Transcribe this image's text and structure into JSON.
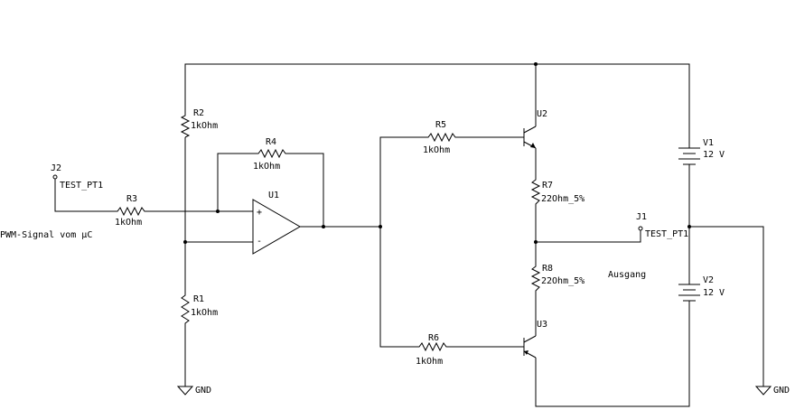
{
  "components": {
    "R1": {
      "ref": "R1",
      "value": "1kOhm"
    },
    "R2": {
      "ref": "R2",
      "value": "1kOhm"
    },
    "R3": {
      "ref": "R3",
      "value": "1kOhm"
    },
    "R4": {
      "ref": "R4",
      "value": "1kOhm"
    },
    "R5": {
      "ref": "R5",
      "value": "1kOhm"
    },
    "R6": {
      "ref": "R6",
      "value": "1kOhm"
    },
    "R7": {
      "ref": "R7",
      "value": "22Ohm_5%"
    },
    "R8": {
      "ref": "R8",
      "value": "22Ohm_5%"
    },
    "U1": {
      "ref": "U1",
      "plus": "+",
      "minus": "-"
    },
    "U2": {
      "ref": "U2"
    },
    "U3": {
      "ref": "U3"
    },
    "V1": {
      "ref": "V1",
      "value": "12 V"
    },
    "V2": {
      "ref": "V2",
      "value": "12 V"
    },
    "J1": {
      "ref": "J1",
      "value": "TEST_PT1"
    },
    "J2": {
      "ref": "J2",
      "value": "TEST_PT1"
    }
  },
  "labels": {
    "input": "PWM-Signal vom µC",
    "output": "Ausgang",
    "gnd": "GND"
  }
}
